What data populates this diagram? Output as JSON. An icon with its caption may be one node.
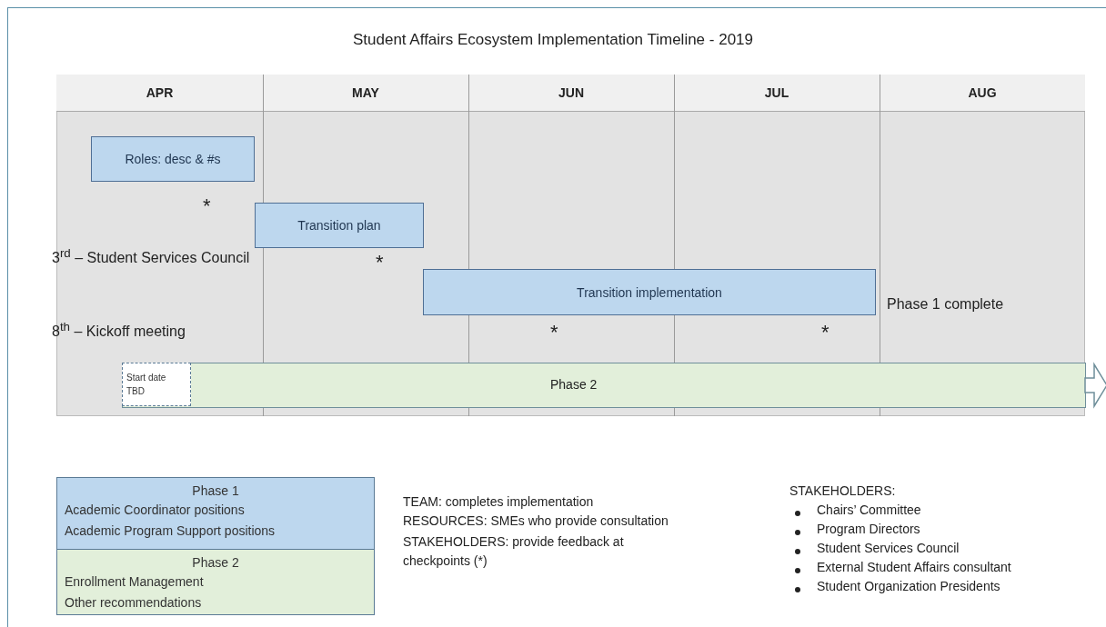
{
  "diagram": {
    "title": "Student Affairs Ecosystem Implementation Timeline - 2019",
    "nodes": [
      {
        "text": [
          "Roles: desc & #s"
        ]
      },
      {
        "text": [
          "Transition plan"
        ]
      },
      {
        "text": [
          "Transition implementation"
        ]
      },
      {
        "text": [
          "Phase 2"
        ]
      },
      {
        "text": [
          "Start date TBD"
        ],
        "in": 3
      },
      {
        "text": [
          "Phase 1",
          "Academic Coordinator positions",
          "Academic Program Support positions"
        ]
      },
      {
        "text": [
          "Phase 2",
          "Enrollment Management",
          "Other recommendations"
        ]
      }
    ],
    "labels": [
      "APR",
      "MAY",
      "JUN",
      "JUL",
      "AUG",
      "*",
      "3$^{rd}$ – Student Services Council",
      "*",
      "Phase 1 complete",
      "8$^{th}$ – Kickoff meeting",
      "*",
      "*",
      "TEAM: completes implementation",
      "RESOURCES: SMEs who provide consultation",
      "STAKEHOLDERS: provide feedback at checkpoints (*)",
      "STAKEHOLDERS:",
      "Chairs’ Committee",
      "Program Directors",
      "Student Services Council",
      "External Student Affairs consultant",
      "Student Organization Presidents"
    ]
  }
}
